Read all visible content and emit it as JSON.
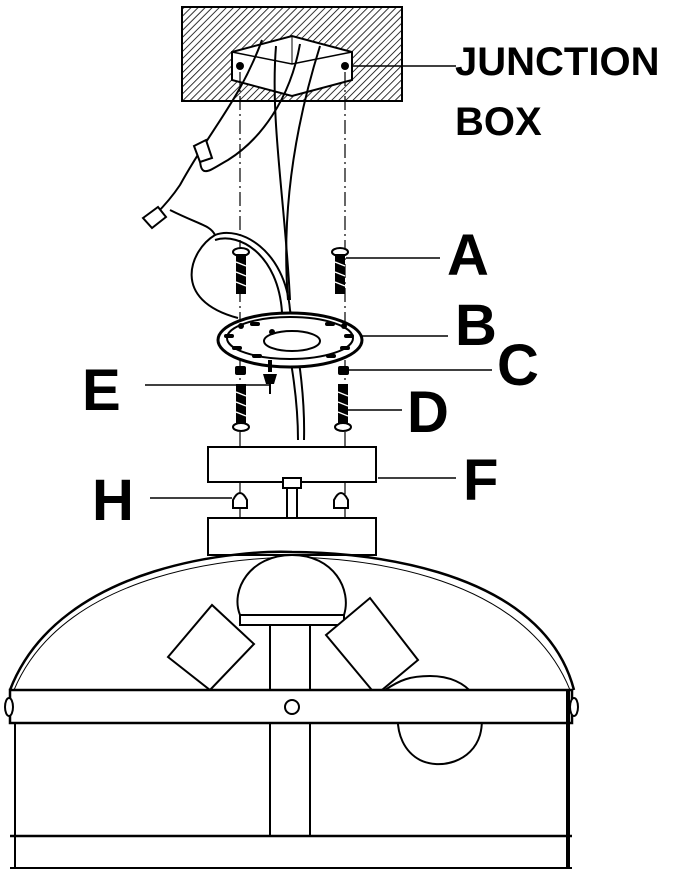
{
  "labels": {
    "junction_line1": "JUNCTION",
    "junction_line2": "BOX",
    "a": "A",
    "b": "B",
    "c": "C",
    "d": "D",
    "e": "E",
    "f": "F",
    "h": "H"
  }
}
